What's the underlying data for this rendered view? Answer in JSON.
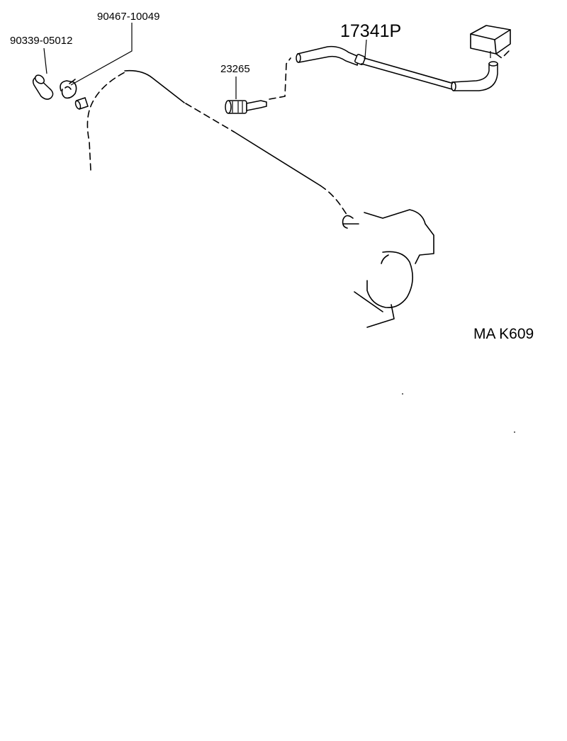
{
  "diagram": {
    "parts": [
      {
        "id": "p1",
        "number": "90339-05012"
      },
      {
        "id": "p2",
        "number": "90467-10049"
      },
      {
        "id": "p3",
        "number": "23265"
      },
      {
        "id": "p4",
        "number": "17341P"
      }
    ],
    "reference_code": "MA K609"
  }
}
